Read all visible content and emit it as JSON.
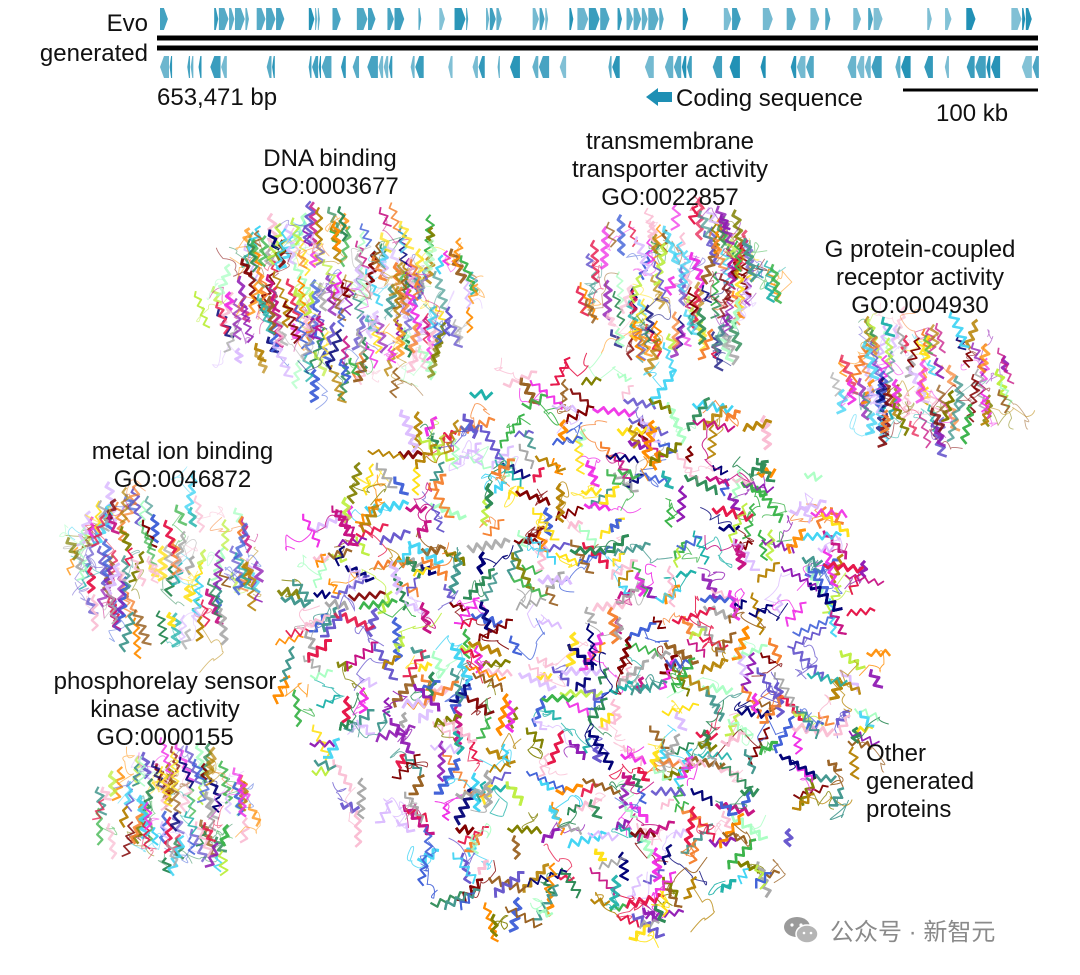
{
  "genome": {
    "track_label_line1": "Evo",
    "track_label_line2": "generated",
    "length_label": "653,471 bp",
    "legend_label": "Coding sequence",
    "scale_label": "100 kb",
    "gene_color": "#1e8fb4"
  },
  "clusters": [
    {
      "id": "dna",
      "title_lines": [
        "DNA binding",
        "GO:0003677"
      ]
    },
    {
      "id": "transporter",
      "title_lines": [
        "transmembrane",
        "transporter activity",
        "GO:0022857"
      ]
    },
    {
      "id": "gpcr",
      "title_lines": [
        "G protein-coupled",
        "receptor activity",
        "GO:0004930"
      ]
    },
    {
      "id": "metal",
      "title_lines": [
        "metal ion binding",
        "GO:0046872"
      ]
    },
    {
      "id": "kinase",
      "title_lines": [
        "phosphorelay sensor",
        "kinase activity",
        "GO:0000155"
      ]
    },
    {
      "id": "other",
      "title_lines": [
        "Other",
        "generated",
        "proteins"
      ]
    }
  ],
  "protein_palette": [
    "#e6194b",
    "#3cb44b",
    "#ffe119",
    "#4363d8",
    "#f58231",
    "#911eb4",
    "#42d4f4",
    "#f032e6",
    "#bfef45",
    "#fabed4",
    "#469990",
    "#dcbeff",
    "#9a6324",
    "#800000",
    "#aaffc3",
    "#808000",
    "#000075",
    "#a9a9a9",
    "#2e8b57",
    "#ff8c00",
    "#c71585",
    "#20b2aa",
    "#6a5acd",
    "#b8860b"
  ],
  "watermark": {
    "text": "公众号 · 新智元"
  }
}
